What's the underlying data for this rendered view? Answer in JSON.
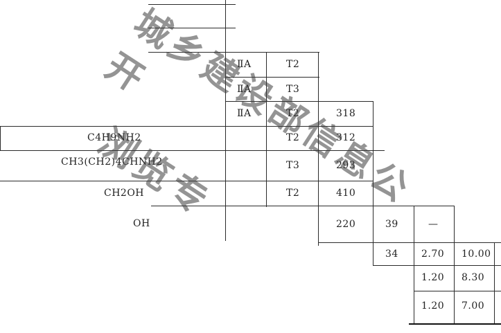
{
  "rows": [
    {
      "group": "ⅡA",
      "temp": "T2"
    },
    {
      "group": "ⅡA",
      "temp": "T3"
    },
    {
      "group": "ⅡA",
      "temp": "T2",
      "ignition": "318"
    },
    {
      "formula": "C4H9NH2",
      "temp": "T2",
      "ignition": "312"
    },
    {
      "formula": "CH3(CH2)4CHNH2",
      "temp": "T3",
      "ignition": "293"
    },
    {
      "formula": "CH2OH",
      "temp": "T2",
      "ignition": "410"
    },
    {
      "formula": "OH",
      "ignition": "220",
      "flash": "39",
      "lower": "—"
    },
    {
      "flash": "34",
      "lower": "2.70",
      "upper": "10.00"
    },
    {
      "lower": "1.20",
      "upper": "8.30"
    },
    {
      "lower": "1.20",
      "upper": "7.00"
    }
  ],
  "watermark": {
    "line1": "城乡建设部信息公开",
    "line2": "浏览专"
  }
}
